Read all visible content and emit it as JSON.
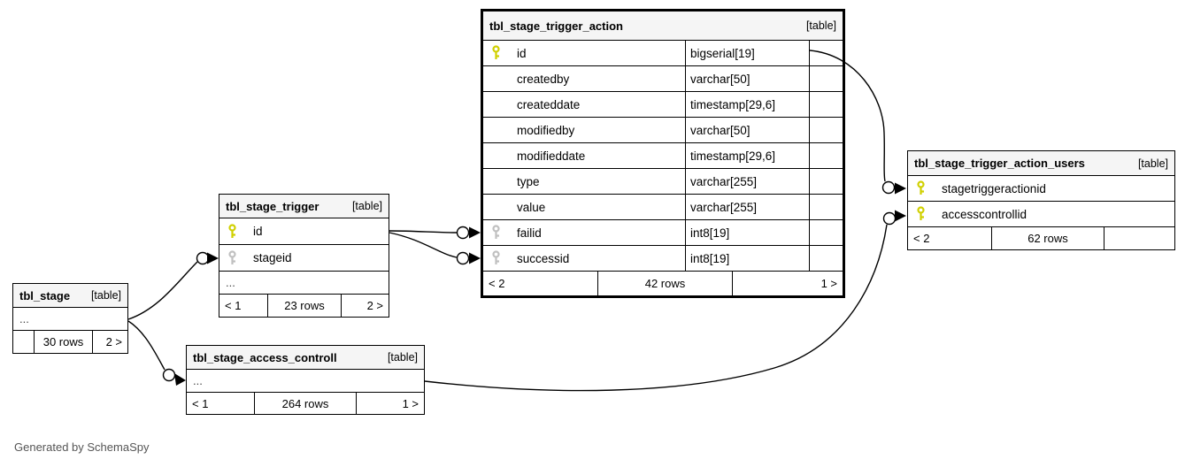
{
  "diagram": {
    "credit": "Generated by SchemaSpy"
  },
  "colors": {
    "primary_key": "#d0d000",
    "foreign_key": "#c0c0c0",
    "header_bg": "#f5f5f5",
    "border": "#000000"
  },
  "tables": [
    {
      "name": "tbl_stage_trigger_action",
      "badge": "[table]",
      "columns": [
        {
          "name": "id",
          "type": "bigserial[19]",
          "key": "primary"
        },
        {
          "name": "createdby",
          "type": "varchar[50]",
          "key": "none"
        },
        {
          "name": "createddate",
          "type": "timestamp[29,6]",
          "key": "none"
        },
        {
          "name": "modifiedby",
          "type": "varchar[50]",
          "key": "none"
        },
        {
          "name": "modifieddate",
          "type": "timestamp[29,6]",
          "key": "none"
        },
        {
          "name": "type",
          "type": "varchar[255]",
          "key": "none"
        },
        {
          "name": "value",
          "type": "varchar[255]",
          "key": "none"
        },
        {
          "name": "failid",
          "type": "int8[19]",
          "key": "foreign"
        },
        {
          "name": "successid",
          "type": "int8[19]",
          "key": "foreign"
        }
      ],
      "footer": {
        "left": "< 2",
        "center": "42 rows",
        "right": "1 >"
      }
    },
    {
      "name": "tbl_stage_trigger",
      "badge": "[table]",
      "columns": [
        {
          "name": "id",
          "key": "primary"
        },
        {
          "name": "stageid",
          "key": "foreign"
        }
      ],
      "ellipsis": "...",
      "footer": {
        "left": "< 1",
        "center": "23 rows",
        "right": "2 >"
      }
    },
    {
      "name": "tbl_stage",
      "badge": "[table]",
      "ellipsis": "...",
      "footer": {
        "left": "",
        "center": "30 rows",
        "right": "2 >"
      }
    },
    {
      "name": "tbl_stage_access_controll",
      "badge": "[table]",
      "ellipsis": "...",
      "footer": {
        "left": "< 1",
        "center": "264 rows",
        "right": "1 >"
      }
    },
    {
      "name": "tbl_stage_trigger_action_users",
      "badge": "[table]",
      "columns": [
        {
          "name": "stagetriggeractionid",
          "key": "primary"
        },
        {
          "name": "accesscontrollid",
          "key": "primary"
        }
      ],
      "footer": {
        "left": "< 2",
        "center": "62 rows",
        "right": ""
      }
    }
  ]
}
